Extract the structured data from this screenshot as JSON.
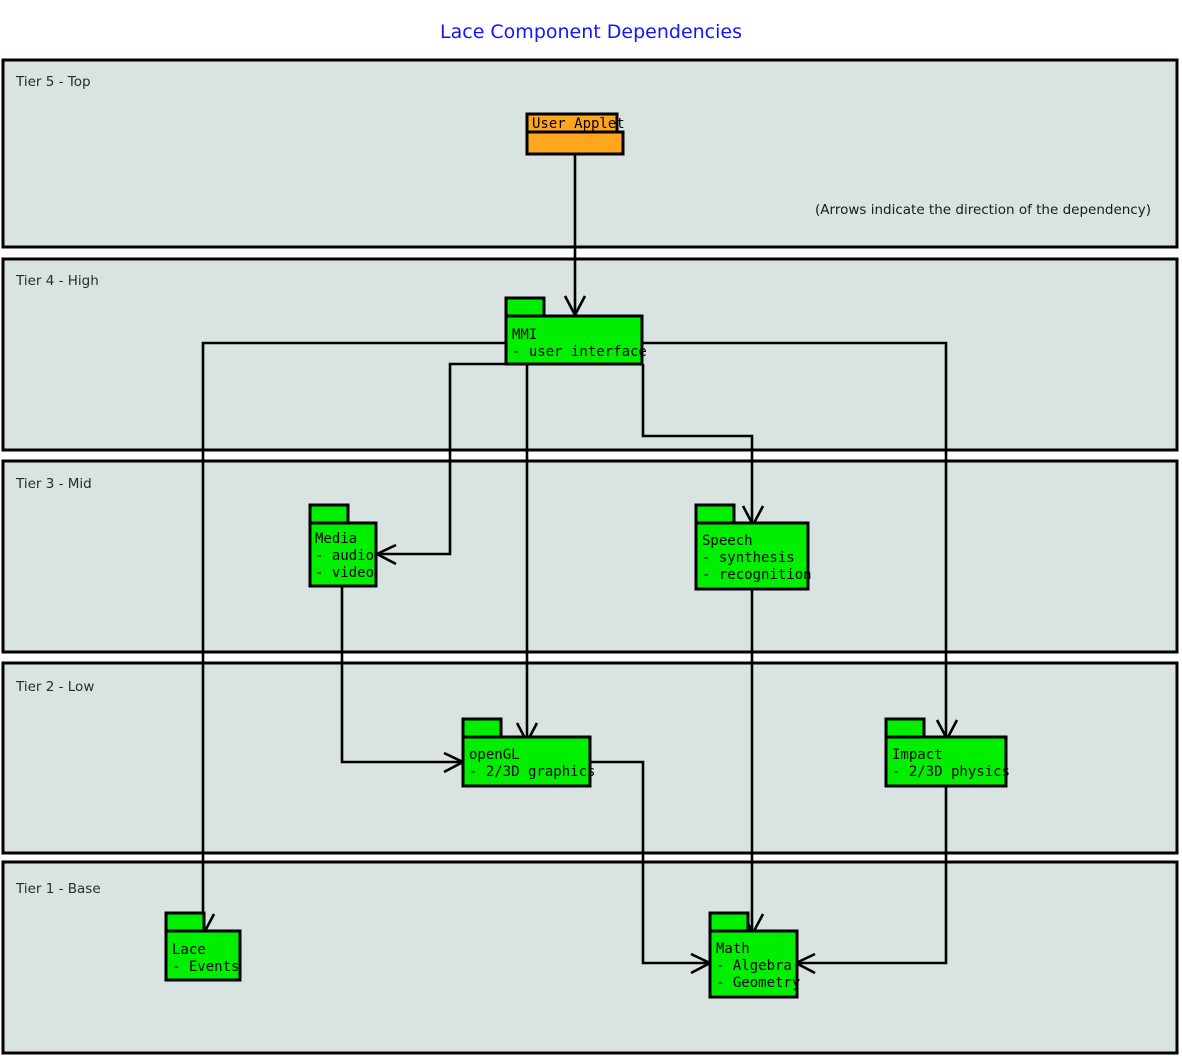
{
  "title": "Lace Component Dependencies",
  "note": "(Arrows indicate the direction of the dependency)",
  "colors": {
    "title": "#1414ff",
    "tier_fill": "#d9e3e2",
    "tier_stroke": "#000000",
    "package_green": "#00ee00",
    "package_orange": "#ffa61e",
    "connector": "#000000"
  },
  "tiers": [
    {
      "id": "tier5",
      "label": "Tier 5 - Top"
    },
    {
      "id": "tier4",
      "label": "Tier 4 - High"
    },
    {
      "id": "tier3",
      "label": "Tier 3 - Mid"
    },
    {
      "id": "tier2",
      "label": "Tier 2 - Low"
    },
    {
      "id": "tier1",
      "label": "Tier 1 - Base"
    }
  ],
  "packages": [
    {
      "id": "user-applet",
      "tier": "tier5",
      "color": "orange",
      "name": "User Applet",
      "items": []
    },
    {
      "id": "mmi",
      "tier": "tier4",
      "color": "green",
      "name": "MMI",
      "items": [
        "- user interface"
      ]
    },
    {
      "id": "media",
      "tier": "tier3",
      "color": "green",
      "name": "Media",
      "items": [
        "- audio",
        "- video"
      ]
    },
    {
      "id": "speech",
      "tier": "tier3",
      "color": "green",
      "name": "Speech",
      "items": [
        "- synthesis",
        "- recognition"
      ]
    },
    {
      "id": "opengl",
      "tier": "tier2",
      "color": "green",
      "name": "openGL",
      "items": [
        "- 2/3D graphics"
      ]
    },
    {
      "id": "impact",
      "tier": "tier2",
      "color": "green",
      "name": "Impact",
      "items": [
        "- 2/3D physics"
      ]
    },
    {
      "id": "lace",
      "tier": "tier1",
      "color": "green",
      "name": "Lace",
      "items": [
        "- Events"
      ]
    },
    {
      "id": "math",
      "tier": "tier1",
      "color": "green",
      "name": "Math",
      "items": [
        "- Algebra",
        "- Geometry"
      ]
    }
  ],
  "dependencies": [
    {
      "from": "user-applet",
      "to": "mmi"
    },
    {
      "from": "mmi",
      "to": "media"
    },
    {
      "from": "mmi",
      "to": "speech"
    },
    {
      "from": "mmi",
      "to": "opengl"
    },
    {
      "from": "mmi",
      "to": "impact"
    },
    {
      "from": "mmi",
      "to": "lace"
    },
    {
      "from": "media",
      "to": "opengl"
    },
    {
      "from": "speech",
      "to": "math"
    },
    {
      "from": "opengl",
      "to": "math"
    },
    {
      "from": "impact",
      "to": "math"
    }
  ]
}
